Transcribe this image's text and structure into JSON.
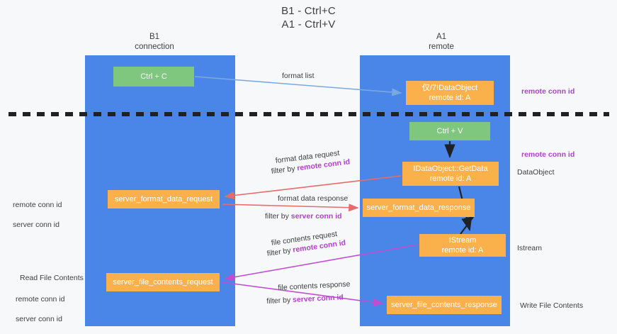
{
  "title": "B1 - Ctrl+C\nA1 - Ctrl+V",
  "columns": {
    "left": "B1\nconnection",
    "right": "A1\nremote"
  },
  "nodes": {
    "ctrl_c": "Ctrl + C",
    "idataobject": "仅/7IDataObject\nremote id: A",
    "ctrl_v": "Ctrl + V",
    "getdata": "IDataObject::GetData\nremote id: A",
    "server_format_data_request": "server_format_data_request",
    "server_format_data_response": "server_format_data_response",
    "istream": "IStream\nremote id: A",
    "server_file_contents_request": "server_file_contents_request",
    "server_file_contents_response": "server_file_contents_response"
  },
  "edge_labels": {
    "format_list": "format list",
    "format_data_request": "format data request",
    "format_data_request_filter_prefix": "filter by ",
    "format_data_request_filter_value": "remote conn id",
    "format_data_response": "format data response",
    "format_data_response_filter_prefix": "filter by ",
    "format_data_response_filter_value": "server conn id",
    "file_contents_request": "file contents request",
    "file_contents_request_filter_prefix": "filter by ",
    "file_contents_request_filter_value": "remote conn id",
    "file_contents_response": "file contents response",
    "file_contents_response_filter_prefix": "filter by ",
    "file_contents_response_filter_value": "server conn id"
  },
  "annotations": {
    "right_remote_conn_id_top": "remote conn id",
    "right_remote_conn_id_mid": "remote conn id",
    "right_dataobject": "DataObject",
    "right_istream": "Istream",
    "right_write_file_contents": "Write File Contents",
    "left_remote_conn_id_1": "remote conn id",
    "left_server_conn_id_1": "server conn id",
    "left_read_file_contents": "Read File Contents",
    "left_remote_conn_id_2": "remote conn id",
    "left_server_conn_id_2": "server conn id"
  },
  "colors": {
    "lane": "#4a86e8",
    "green_node": "#7fc67f",
    "orange_node": "#fbb14b",
    "purple_text": "#b23fd0",
    "green_text": "#5fa85f",
    "arrow_blue": "#7aa9e0",
    "arrow_red": "#e86b6b",
    "arrow_purple": "#c04fd0",
    "arrow_dark": "#202124",
    "divider": "#202124",
    "background": "#f7f8fa"
  }
}
